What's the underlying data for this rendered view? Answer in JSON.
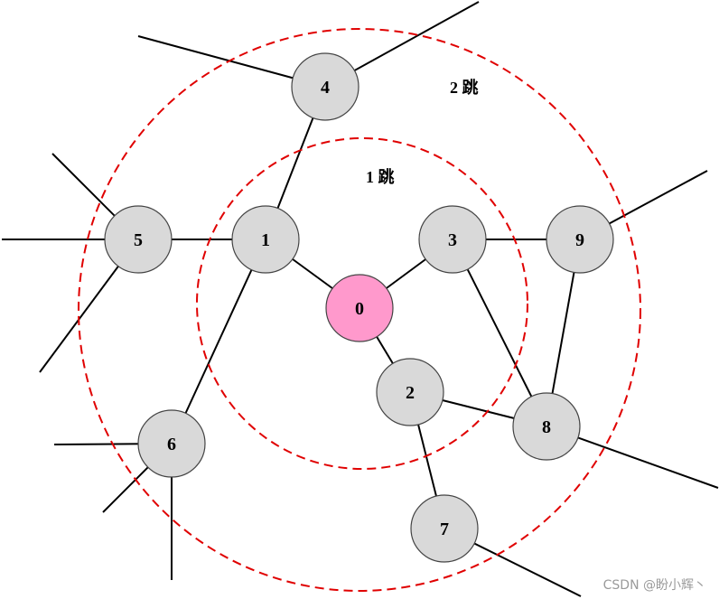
{
  "colors": {
    "node_fill": "#d9d9d9",
    "center_fill": "#ff99cc",
    "ring_stroke": "#e00000",
    "edge_stroke": "#000000"
  },
  "rings": [
    {
      "label": "1 跳"
    },
    {
      "label": "2 跳"
    }
  ],
  "nodes": [
    {
      "id": "0",
      "label": "0",
      "center": true
    },
    {
      "id": "1",
      "label": "1"
    },
    {
      "id": "2",
      "label": "2"
    },
    {
      "id": "3",
      "label": "3"
    },
    {
      "id": "4",
      "label": "4"
    },
    {
      "id": "5",
      "label": "5"
    },
    {
      "id": "6",
      "label": "6"
    },
    {
      "id": "7",
      "label": "7"
    },
    {
      "id": "8",
      "label": "8"
    },
    {
      "id": "9",
      "label": "9"
    }
  ],
  "edges": [
    [
      "0",
      "1"
    ],
    [
      "0",
      "3"
    ],
    [
      "0",
      "2"
    ],
    [
      "1",
      "4"
    ],
    [
      "1",
      "5"
    ],
    [
      "1",
      "6"
    ],
    [
      "3",
      "9"
    ],
    [
      "3",
      "8"
    ],
    [
      "2",
      "8"
    ],
    [
      "2",
      "7"
    ],
    [
      "9",
      "8"
    ]
  ],
  "watermark": "CSDN @盼小辉丶"
}
